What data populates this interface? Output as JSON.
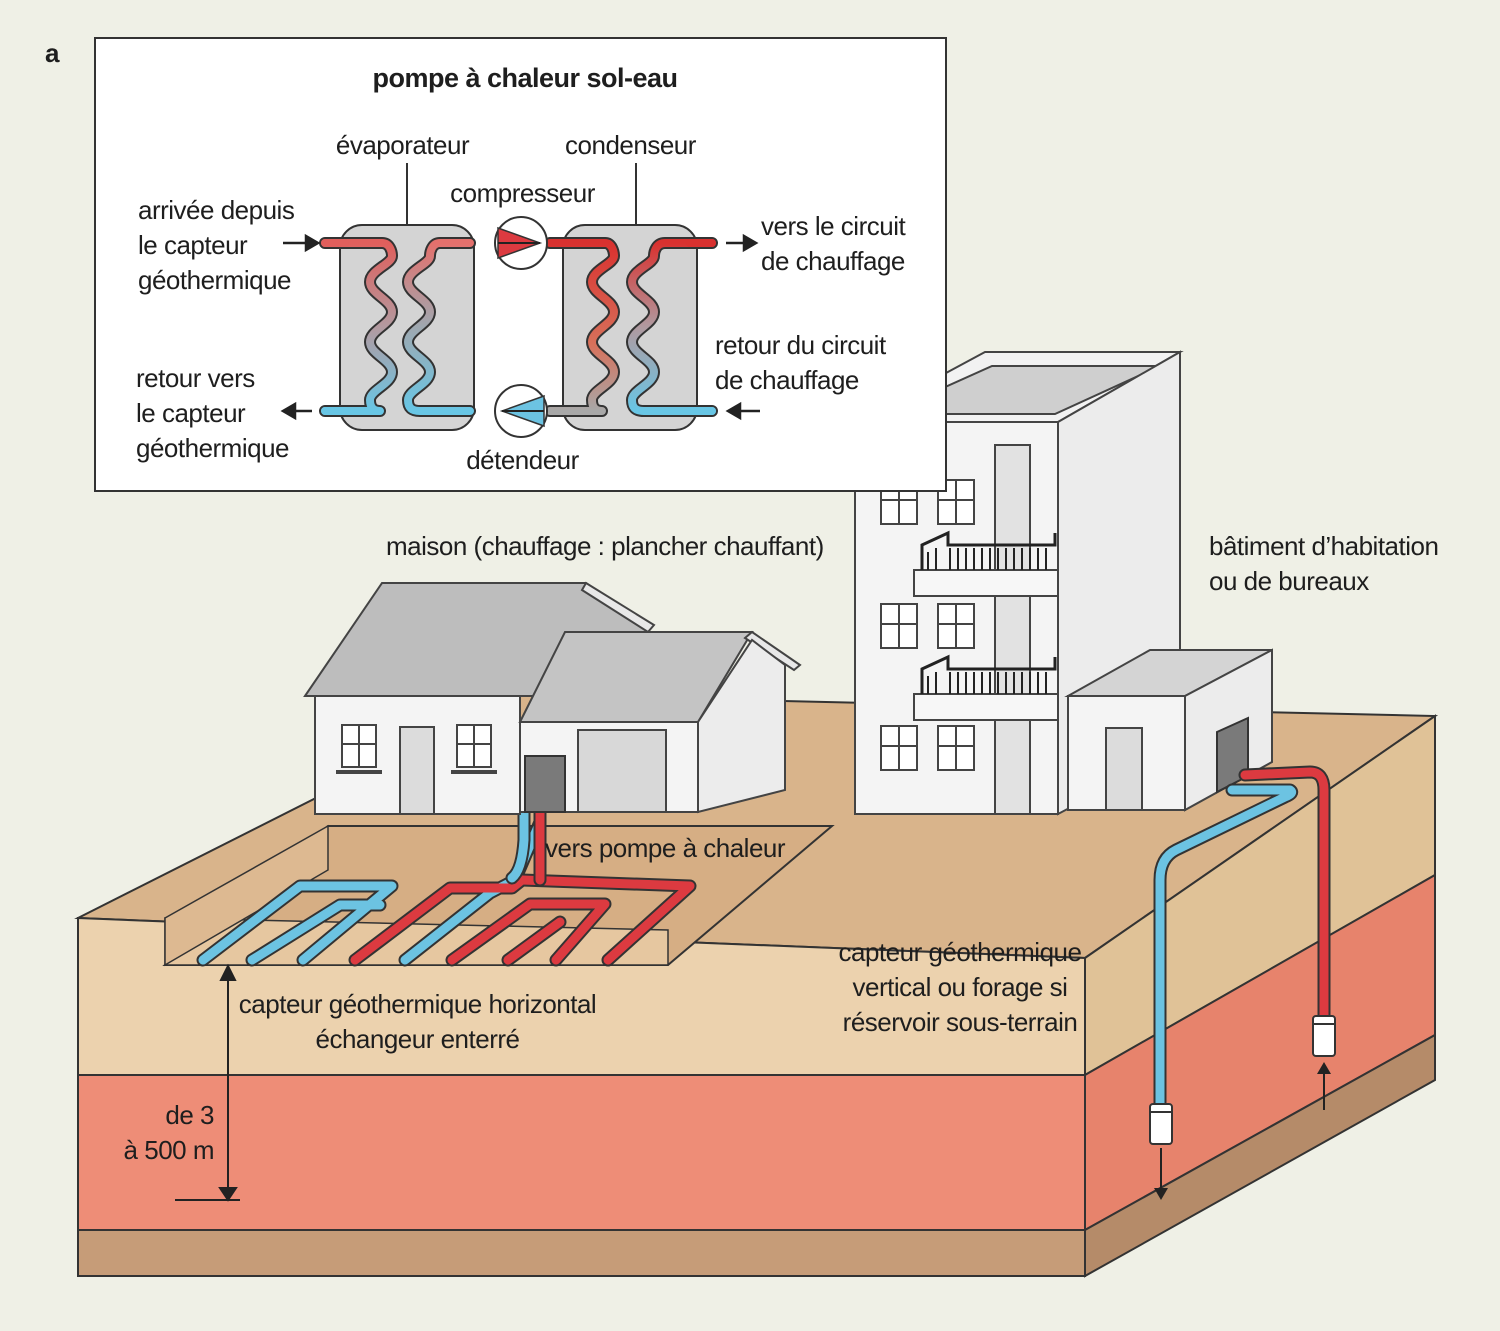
{
  "panel_letter": "a",
  "inset": {
    "title": "pompe à chaleur sol-eau",
    "evaporator": "évaporateur",
    "condenser": "condenseur",
    "compressor": "compresseur",
    "expansion_valve": "détendeur",
    "inlet_from_collector": "arrivée depuis\nle capteur\ngéothermique",
    "return_to_collector": "retour vers\nle capteur\ngéothermique",
    "to_heating_circuit": "vers le circuit\nde chauffage",
    "return_from_heating": "retour du circuit\nde chauffage"
  },
  "scene": {
    "house": "maison (chauffage : plancher chauffant)",
    "building": "bâtiment d’habitation\nou de bureaux",
    "to_heat_pump": "vers pompe à chaleur",
    "horizontal_collector": "capteur géothermique horizontal\néchangeur enterré",
    "vertical_collector": "capteur géothermique\nvertical ou forage si\nréservoir sous-terrain",
    "depth": "de 3\nà 500 m"
  },
  "colors": {
    "background": "#eff0e6",
    "ground_surface": "#d9b48b",
    "soil_top": "#ecd2ae",
    "soil_red": "#ee8d77",
    "soil_bottom": "#c69c78",
    "hot_pipe": "#dc3a40",
    "cold_pipe": "#6cc3e2"
  }
}
